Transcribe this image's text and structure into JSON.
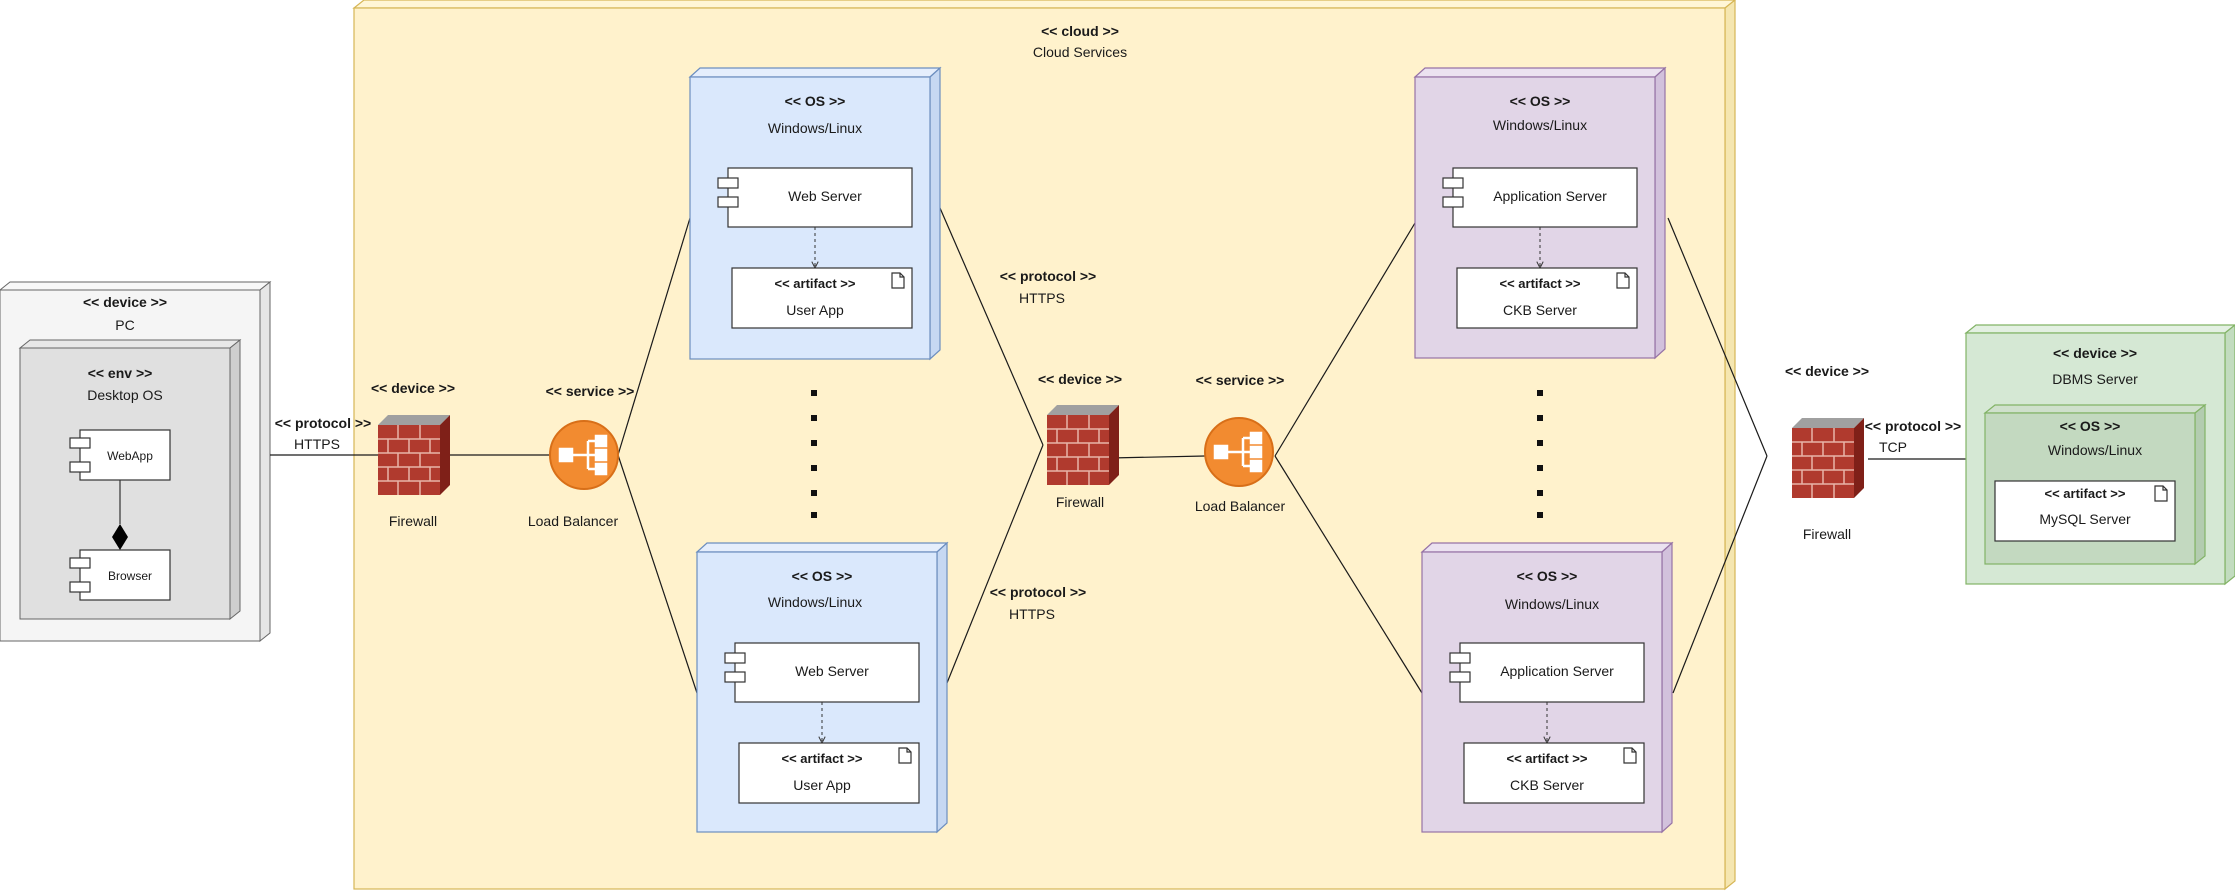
{
  "cloud": {
    "stereotype": "<< cloud >>",
    "name": "Cloud Services"
  },
  "pc": {
    "stereotype": "<< device >>",
    "name": "PC"
  },
  "desktop_os": {
    "stereotype": "<< env >>",
    "name": "Desktop OS"
  },
  "webapp": {
    "label": "WebApp"
  },
  "browser": {
    "label": "Browser"
  },
  "links": {
    "client": {
      "stereotype": "<< protocol >>",
      "name": "HTTPS"
    },
    "web_top": {
      "stereotype": "<< protocol >>",
      "name": "HTTPS"
    },
    "web_bottom": {
      "stereotype": "<< protocol >>",
      "name": "HTTPS"
    },
    "db": {
      "stereotype": "<< protocol >>",
      "name": "TCP"
    }
  },
  "firewall1": {
    "stereotype": "<< device >>",
    "name": "Firewall"
  },
  "lb1": {
    "stereotype": "<< service >>",
    "name": "Load Balancer"
  },
  "firewall2": {
    "stereotype": "<< device >>",
    "name": "Firewall"
  },
  "lb2": {
    "stereotype": "<< service >>",
    "name": "Load Balancer"
  },
  "firewall3": {
    "stereotype": "<< device >>",
    "name": "Firewall"
  },
  "web_nodes": [
    {
      "stereotype": "<< OS >>",
      "name": "Windows/Linux",
      "component": "Web Server",
      "artifact_stereotype": "<< artifact >>",
      "artifact": "User App"
    },
    {
      "stereotype": "<< OS >>",
      "name": "Windows/Linux",
      "component": "Web Server",
      "artifact_stereotype": "<< artifact >>",
      "artifact": "User App"
    }
  ],
  "app_nodes": [
    {
      "stereotype": "<< OS >>",
      "name": "Windows/Linux",
      "component": "Application Server",
      "artifact_stereotype": "<< artifact >>",
      "artifact": "CKB Server"
    },
    {
      "stereotype": "<< OS >>",
      "name": "Windows/Linux",
      "component": "Application Server",
      "artifact_stereotype": "<< artifact >>",
      "artifact": "CKB Server"
    }
  ],
  "dbms": {
    "stereotype": "<< device >>",
    "name": "DBMS Server"
  },
  "dbms_os": {
    "stereotype": "<< OS >>",
    "name": "Windows/Linux"
  },
  "mysql": {
    "stereotype": "<< artifact >>",
    "name": "MySQL Server"
  },
  "colors": {
    "cloud_fill": "#fff2cc",
    "cloud_stroke": "#d6b656",
    "web_fill": "#dae8fc",
    "web_stroke": "#6c8ebf",
    "app_fill": "#e1d5e7",
    "app_stroke": "#9673a6",
    "db_fill": "#d5e8d4",
    "db_stroke": "#82b366",
    "pc_fill": "#f5f5f5",
    "os_fill": "#e0e0e0",
    "firewall": "#b03a2e",
    "lb": "#f28b30"
  }
}
